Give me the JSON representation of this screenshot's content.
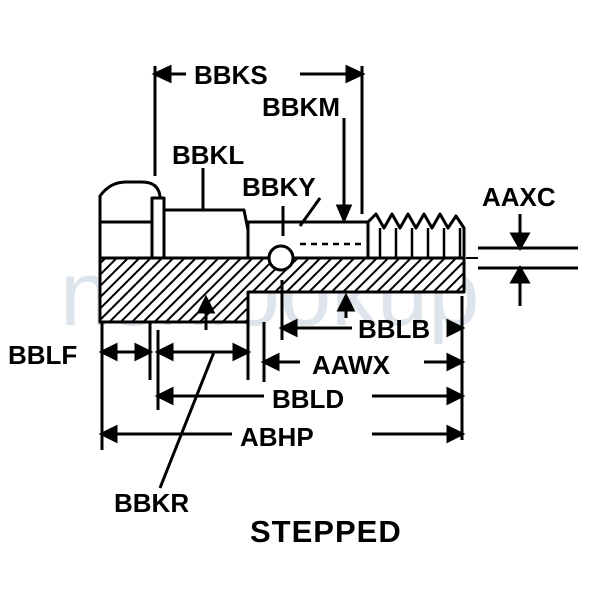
{
  "figure": {
    "caption": "STEPPED",
    "watermark": "nsnlookup",
    "colors": {
      "ink": "#000000",
      "paper": "#ffffff",
      "watermark": "#9fb3c8"
    }
  },
  "labels": {
    "bbks": "BBKS",
    "bbkm": "BBKM",
    "bbkl": "BBKL",
    "bbky": "BBKY",
    "aaxc": "AAXC",
    "bblf": "BBLF",
    "bblb": "BBLB",
    "aawx": "AAWX",
    "bbld": "BBLD",
    "abhp": "ABHP",
    "bbkr": "BBKR"
  }
}
